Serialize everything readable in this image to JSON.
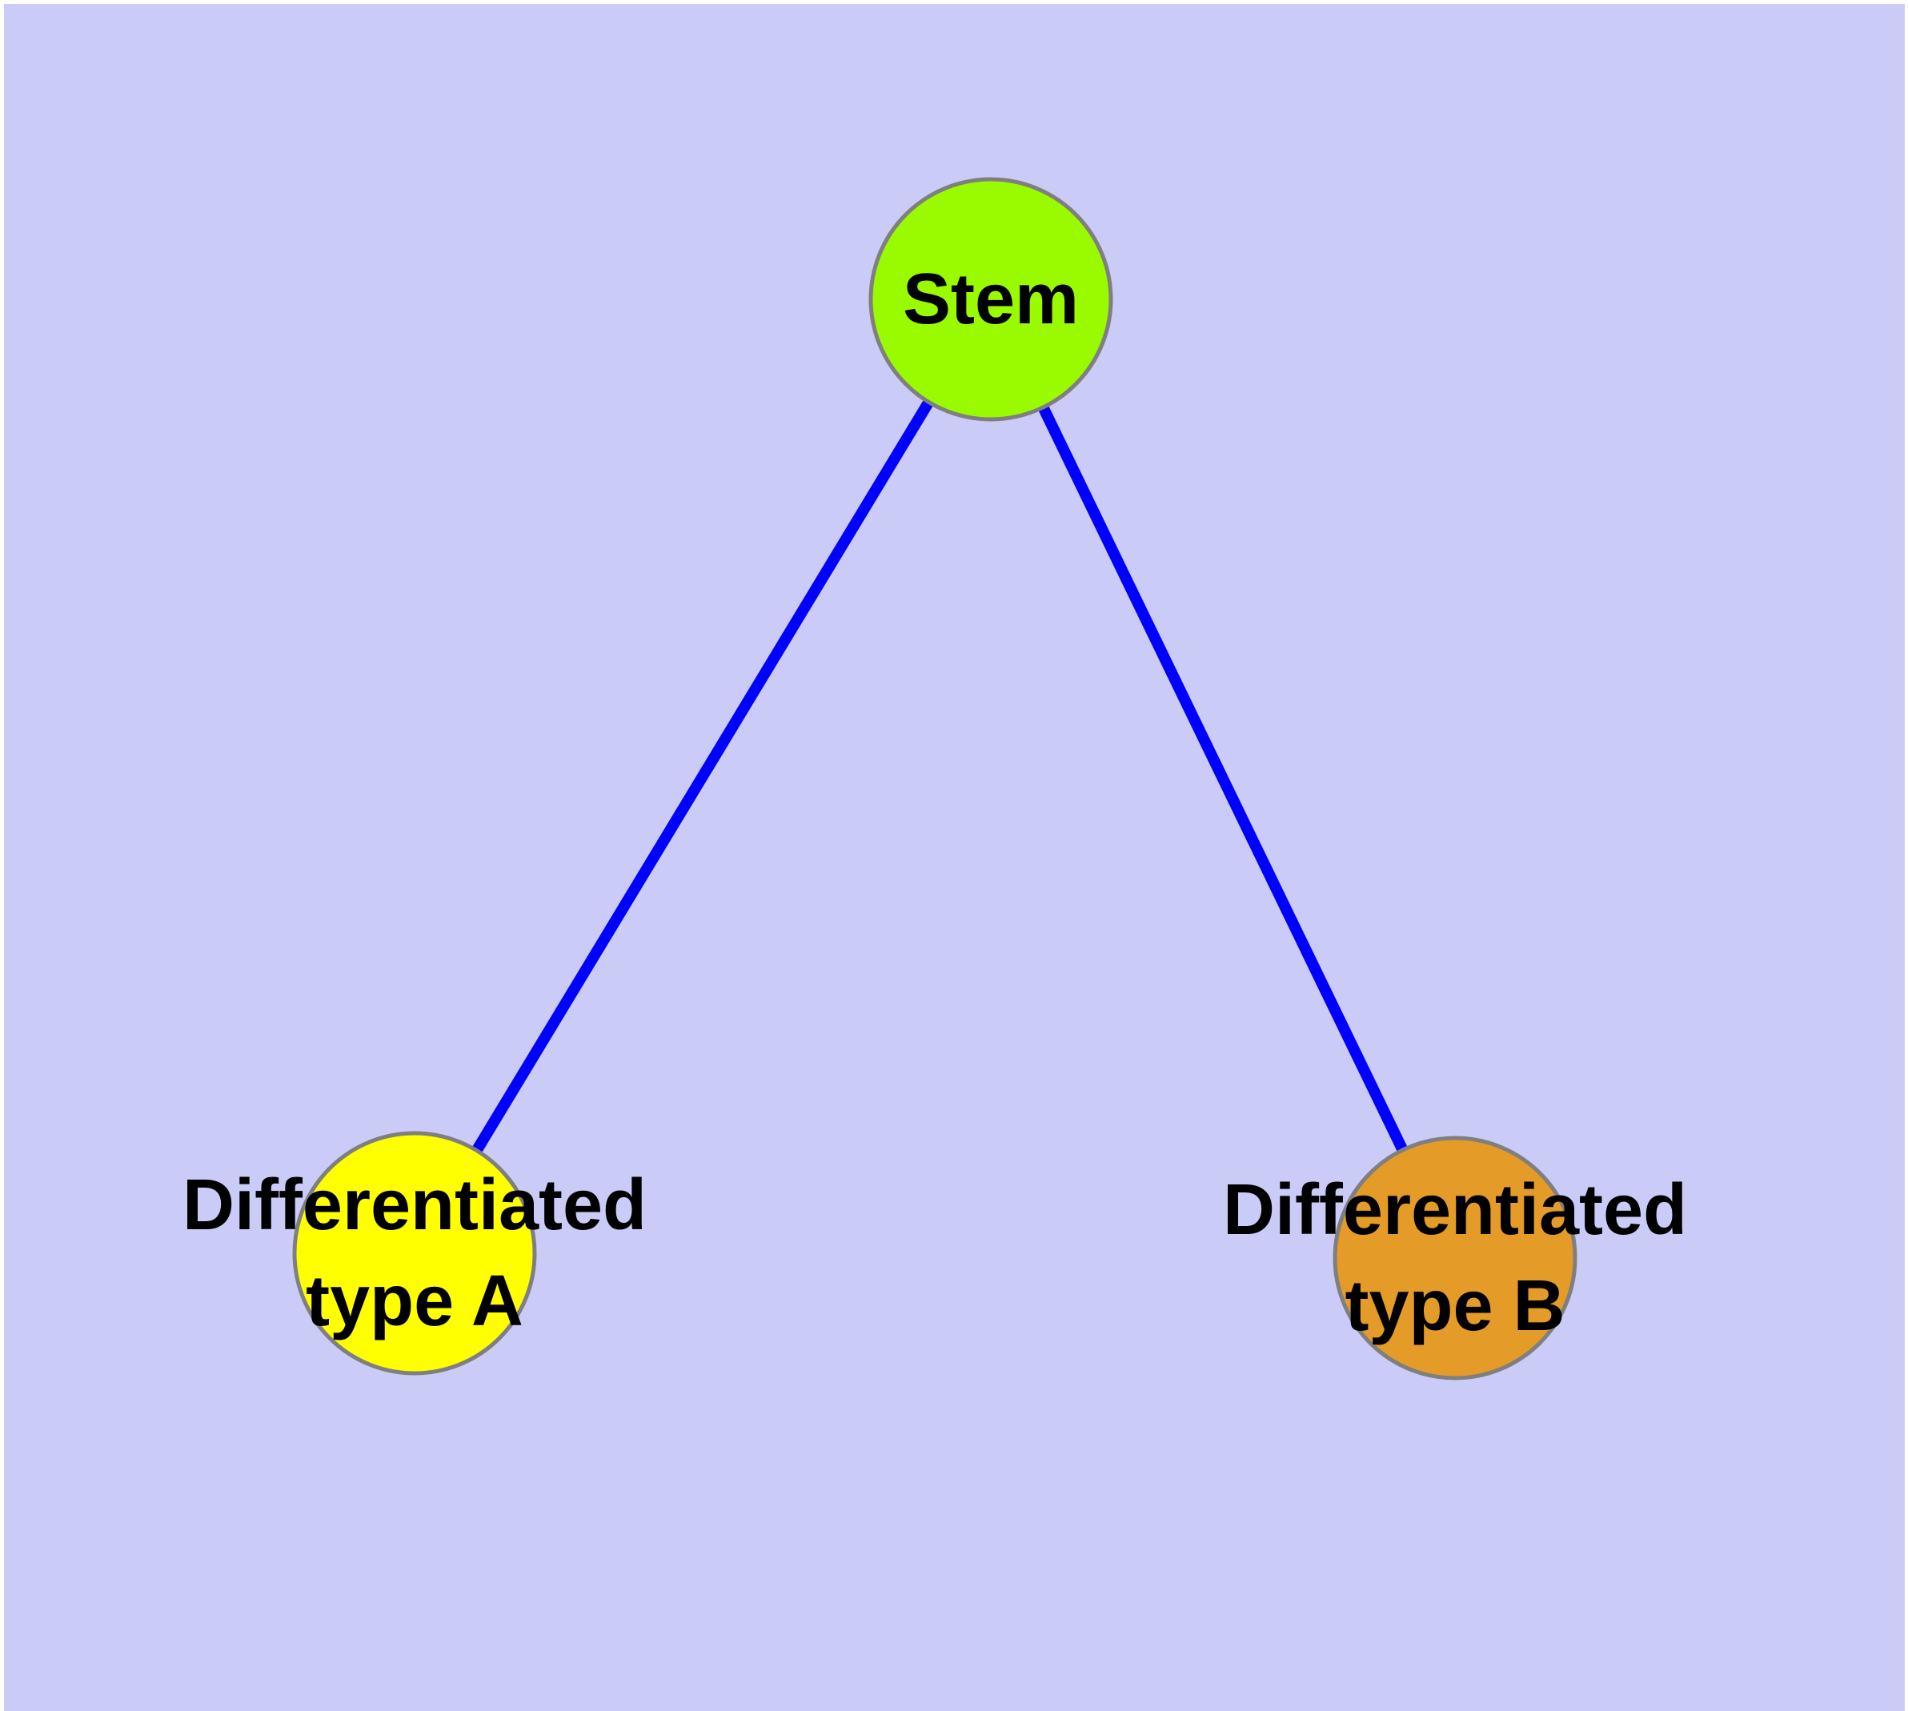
{
  "canvas": {
    "background_color": "#CBCBF8",
    "frame_color": "#FFFFFF"
  },
  "graph": {
    "type": "node-link-diagram",
    "edge_color": "#0000FF",
    "node_border_color": "#7F7F7F",
    "label_color": "#000000",
    "nodes": [
      {
        "id": "stem",
        "label": "Stem",
        "lines": [
          "Stem"
        ],
        "fill": "#9AFA00"
      },
      {
        "id": "differentiated-type-a",
        "label": "Differentiated type A",
        "lines": [
          "Differentiated",
          "type A"
        ],
        "fill": "#FFFF00"
      },
      {
        "id": "differentiated-type-b",
        "label": "Differentiated type B",
        "lines": [
          "Differentiated",
          "type B"
        ],
        "fill": "#E49B27"
      }
    ],
    "edges": [
      {
        "from": "Stem",
        "to": "Differentiated type A"
      },
      {
        "from": "Stem",
        "to": "Differentiated type B"
      }
    ]
  }
}
